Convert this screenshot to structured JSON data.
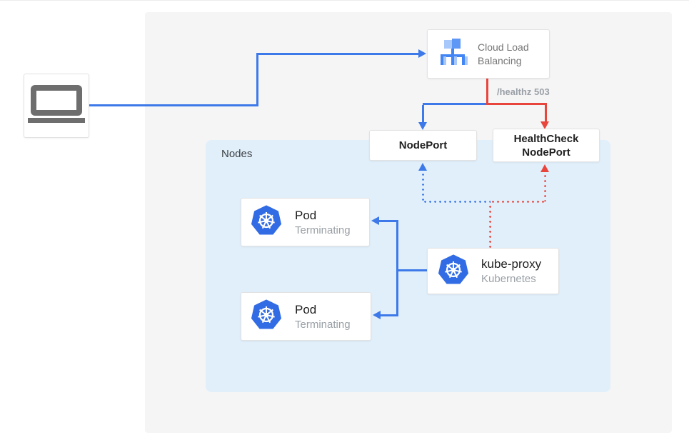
{
  "colors": {
    "blue": "#3d79e8",
    "red": "#e8453c",
    "panel-gray": "#f5f5f6",
    "nodes-blue": "#e1effb",
    "box-border": "#e2e2e2",
    "text-dark": "#212121",
    "muted-gray": "#9aa0a6",
    "k8s-blue": "#326ce5",
    "laptop-gray": "#6e6e6e",
    "lb-blue-dark": "#4285f4",
    "lb-blue-mid": "#5e97f6",
    "lb-blue-light": "#a8c7fa"
  },
  "icons": {
    "client": "laptop-icon",
    "load_balancer": "load-balancer-icon",
    "pod": "kubernetes-icon",
    "kube_proxy": "kubernetes-icon"
  },
  "load_balancer": {
    "line1": "Cloud Load",
    "line2": "Balancing"
  },
  "edge_label": "/healthz 503",
  "nodeport": {
    "label": "NodePort"
  },
  "healthcheck": {
    "line1": "HealthCheck",
    "line2": "NodePort"
  },
  "nodes_group": {
    "label": "Nodes"
  },
  "pods": [
    {
      "title": "Pod",
      "status": "Terminating"
    },
    {
      "title": "Pod",
      "status": "Terminating"
    }
  ],
  "kube_proxy": {
    "title": "kube-proxy",
    "subtitle": "Kubernetes"
  }
}
